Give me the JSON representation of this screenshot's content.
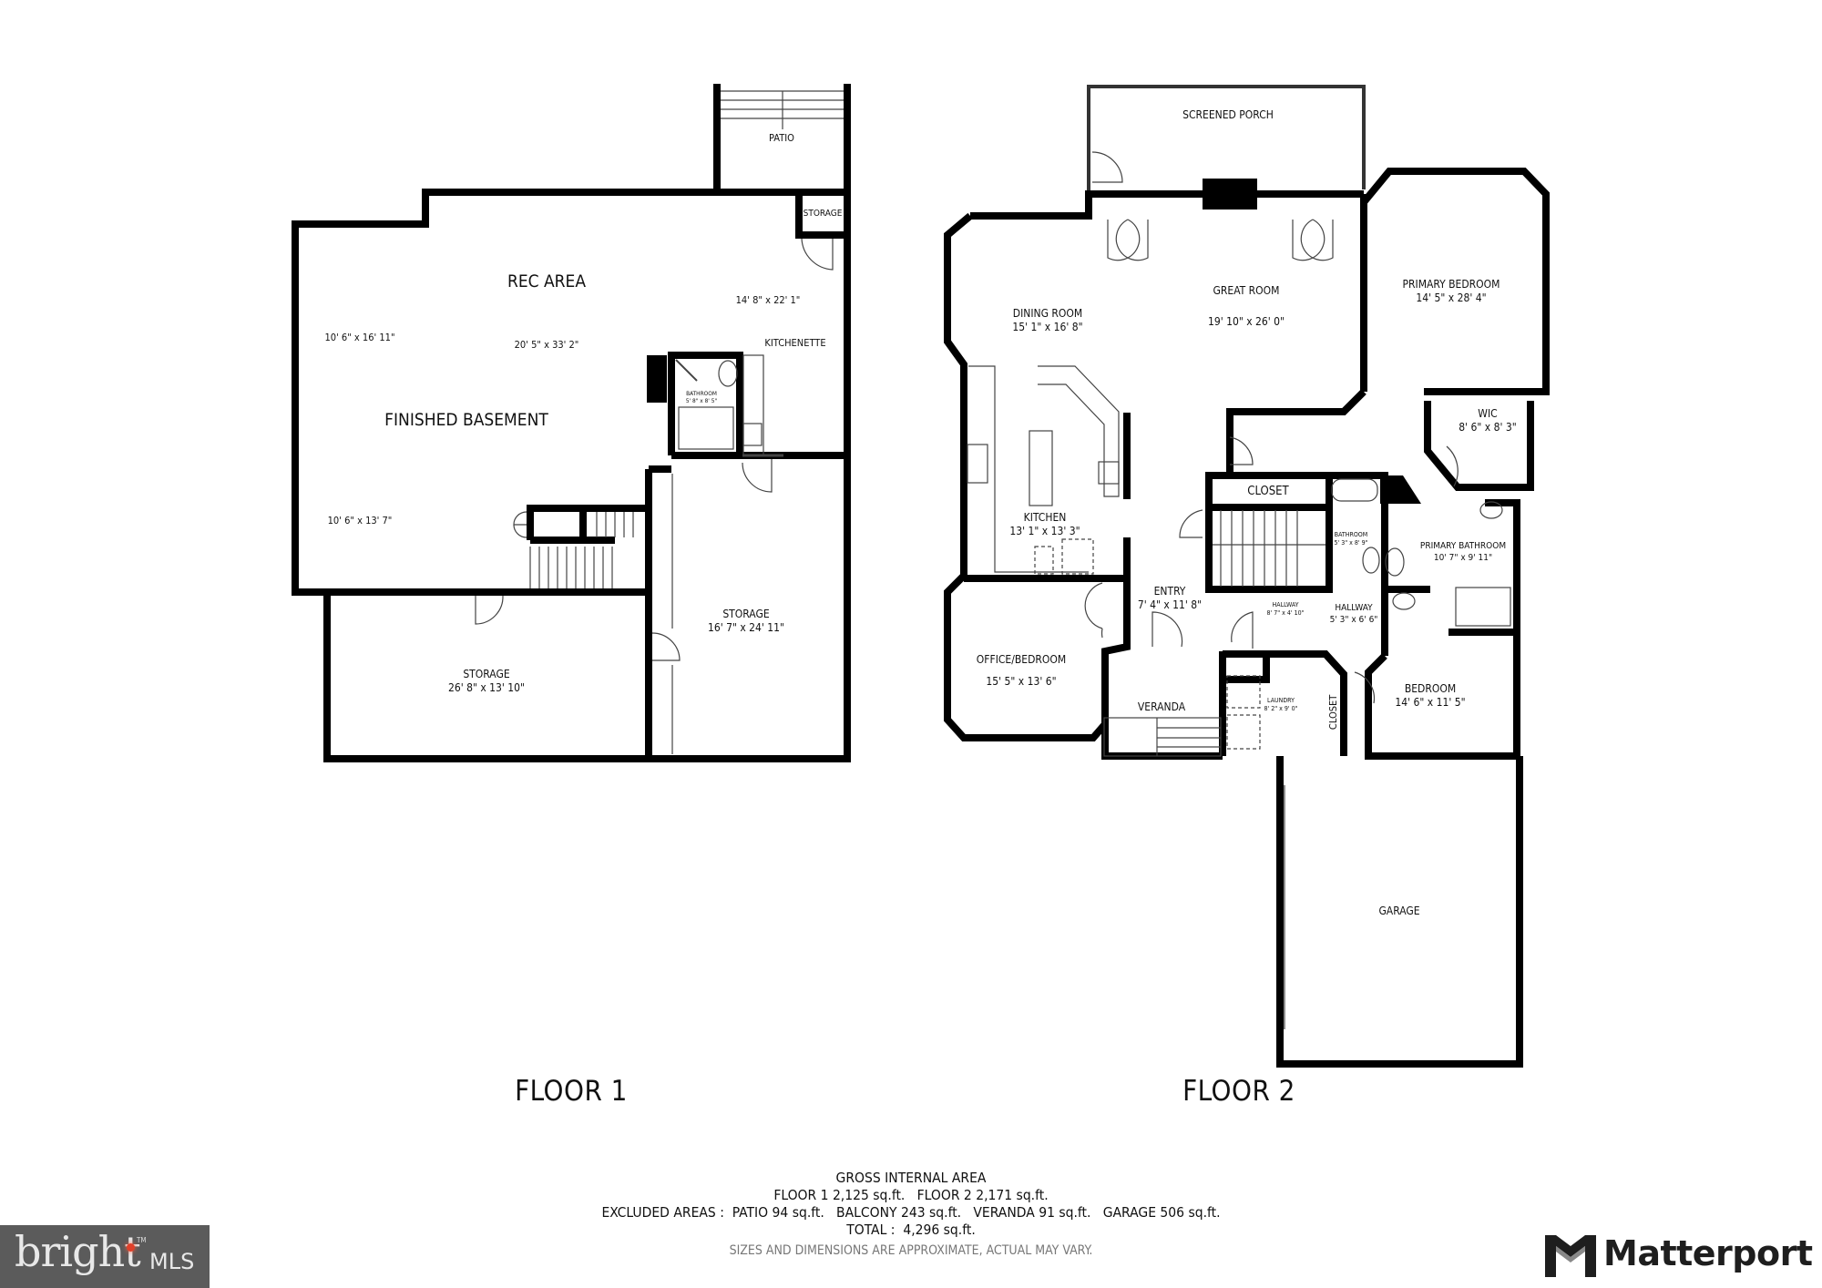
{
  "document": {
    "type": "floor plan",
    "floors": [
      {
        "label": "FLOOR 1",
        "rooms": [
          {
            "name": "PATIO",
            "dims": ""
          },
          {
            "name": "STORAGE",
            "dims": ""
          },
          {
            "name": "REC AREA",
            "dims": "20' 5\" x 33' 2\""
          },
          {
            "name": "",
            "dims": "14' 8\" x 22' 1\""
          },
          {
            "name": "",
            "dims": "10' 6\" x 16' 11\""
          },
          {
            "name": "KITCHENETTE",
            "dims": ""
          },
          {
            "name": "BATHROOM",
            "dims": "5' 8\" x 8' 5\""
          },
          {
            "name": "FINISHED BASEMENT",
            "dims": ""
          },
          {
            "name": "",
            "dims": "10' 6\" x 13' 7\""
          },
          {
            "name": "STORAGE",
            "dims": "16' 7\" x 24' 11\""
          },
          {
            "name": "STORAGE",
            "dims": "26' 8\" x 13' 10\""
          }
        ]
      },
      {
        "label": "FLOOR 2",
        "rooms": [
          {
            "name": "SCREENED PORCH",
            "dims": ""
          },
          {
            "name": "GREAT ROOM",
            "dims": "19' 10\" x 26' 0\""
          },
          {
            "name": "DINING ROOM",
            "dims": "15' 1\" x 16' 8\""
          },
          {
            "name": "PRIMARY BEDROOM",
            "dims": "14' 5\" x 28' 4\""
          },
          {
            "name": "WIC",
            "dims": "8' 6\" x 8' 3\""
          },
          {
            "name": "CLOSET",
            "dims": ""
          },
          {
            "name": "KITCHEN",
            "dims": "13' 1\" x 13' 3\""
          },
          {
            "name": "BATHROOM",
            "dims": "5' 3\" x 8' 9\""
          },
          {
            "name": "PRIMARY BATHROOM",
            "dims": "10' 7\" x 9' 11\""
          },
          {
            "name": "ENTRY",
            "dims": "7' 4\" x 11' 8\""
          },
          {
            "name": "HALLWAY",
            "dims": "8' 7\" x 4' 10\""
          },
          {
            "name": "HALLWAY",
            "dims": "5' 3\" x 6' 6\""
          },
          {
            "name": "OFFICE/BEDROOM",
            "dims": "15' 5\" x 13' 6\""
          },
          {
            "name": "VERANDA",
            "dims": ""
          },
          {
            "name": "LAUNDRY",
            "dims": "8' 2\" x 9' 0\""
          },
          {
            "name": "CLOSET",
            "dims": ""
          },
          {
            "name": "BEDROOM",
            "dims": "14' 6\" x 11' 5\""
          },
          {
            "name": "GARAGE",
            "dims": ""
          }
        ]
      }
    ],
    "summary": {
      "title": "GROSS INTERNAL AREA",
      "floors_line": "FLOOR 1 2,125 sq.ft.   FLOOR 2 2,171 sq.ft.",
      "excluded_line": "EXCLUDED AREAS :  PATIO 94 sq.ft.   BALCONY 243 sq.ft.   VERANDA 91 sq.ft.   GARAGE 506 sq.ft.",
      "total_line": "TOTAL :  4,296 sq.ft.",
      "disclaimer": "SIZES AND DIMENSIONS ARE APPROXIMATE, ACTUAL MAY VARY."
    },
    "logos": {
      "left": {
        "word": "bright",
        "suffix": "MLS",
        "tm": "TM",
        "accent": "#e0402a",
        "bg": "#5b5b5b"
      },
      "right": {
        "word": "Matterport"
      }
    }
  }
}
